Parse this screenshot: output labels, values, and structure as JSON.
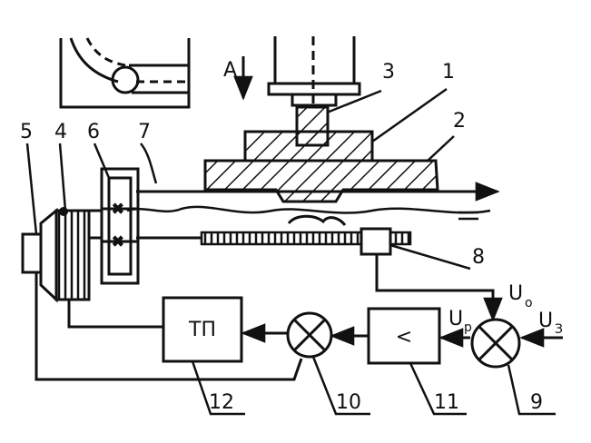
{
  "colors": {
    "ink": "#111111",
    "paper": "#ffffff"
  },
  "labels": {
    "n1": "1",
    "n2": "2",
    "n3": "3",
    "n4": "4",
    "n5": "5",
    "n6": "6",
    "n7": "7",
    "n8": "8",
    "n9": "9",
    "n10": "10",
    "n11": "11",
    "n12": "12"
  },
  "view_arrow": "A",
  "blocks": {
    "tp": "ТП",
    "amp": "<"
  },
  "signals": {
    "uo_main": "U",
    "uo_sub": "o",
    "up_main": "U",
    "up_sub": "p",
    "uz_main": "U",
    "uz_sub": "З"
  },
  "icons": [
    "summing-junction-icon",
    "arrow-icon"
  ]
}
